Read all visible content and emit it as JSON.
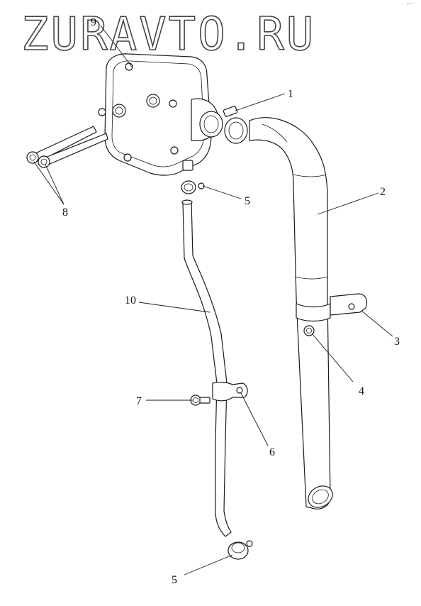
{
  "watermark": "ZURAVTO.RU",
  "corner_mark": "⌐~",
  "callouts": [
    {
      "id": "1",
      "text": "1"
    },
    {
      "id": "2",
      "text": "2"
    },
    {
      "id": "3",
      "text": "3"
    },
    {
      "id": "4",
      "text": "4"
    },
    {
      "id": "5a",
      "text": "5"
    },
    {
      "id": "5b",
      "text": "5"
    },
    {
      "id": "6",
      "text": "6"
    },
    {
      "id": "7",
      "text": "7"
    },
    {
      "id": "8",
      "text": "8"
    },
    {
      "id": "9",
      "text": "9"
    },
    {
      "id": "10",
      "text": "10"
    }
  ]
}
